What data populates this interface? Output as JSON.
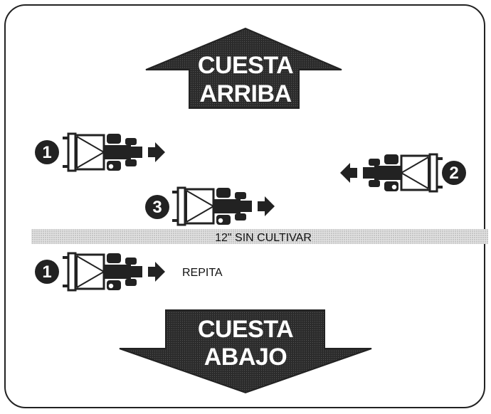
{
  "diagram": {
    "uphill_label_line1": "CUESTA",
    "uphill_label_line2": "ARRIBA",
    "downhill_label_line1": "CUESTA",
    "downhill_label_line2": "ABAJO",
    "strip_label": "12\" SIN CULTIVAR",
    "repeat_label": "REPITA",
    "steps": [
      {
        "number": "1",
        "direction": "right"
      },
      {
        "number": "2",
        "direction": "left"
      },
      {
        "number": "3",
        "direction": "right"
      },
      {
        "number": "1",
        "direction": "right"
      }
    ],
    "colors": {
      "arrow_fill": "#2b2b2b",
      "strip_fill": "#d4d4d4",
      "outline": "#222222"
    }
  }
}
